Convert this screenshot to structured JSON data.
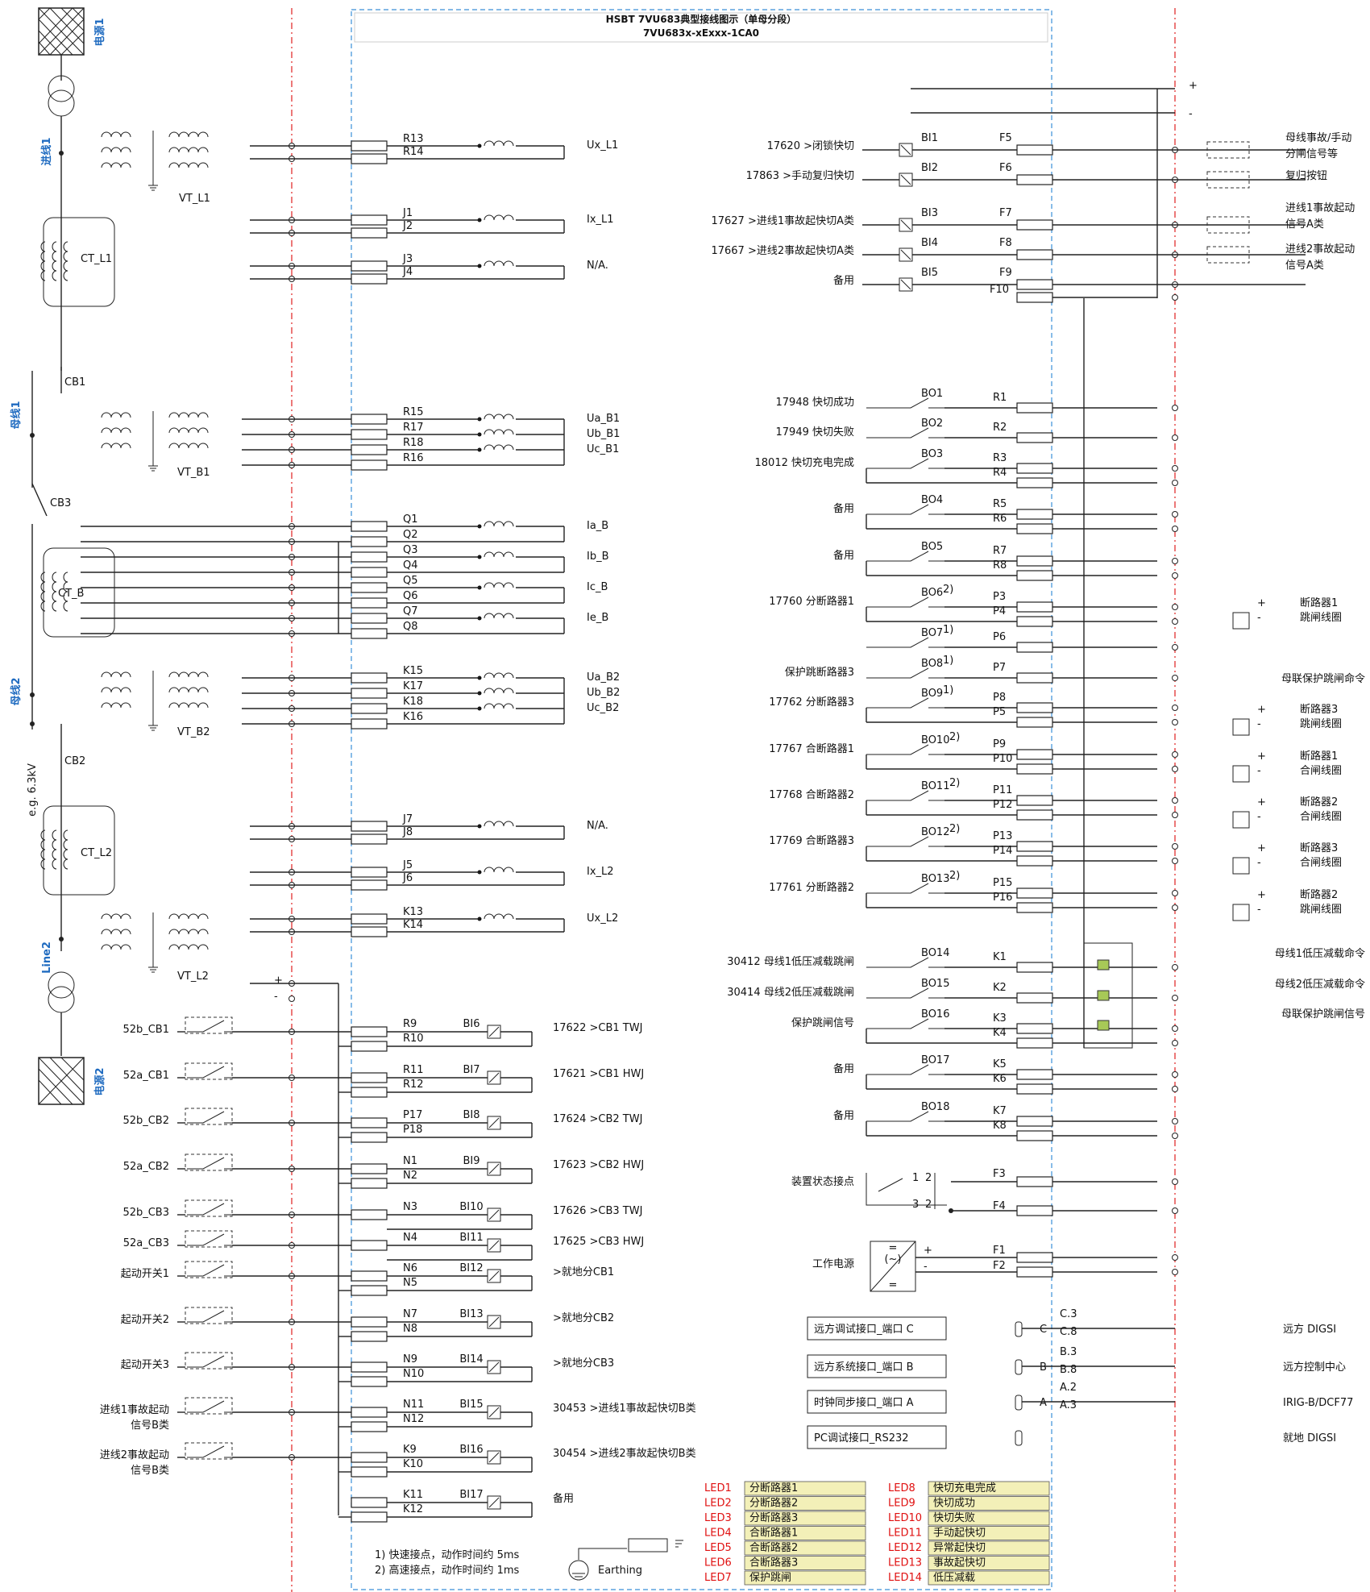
{
  "header": {
    "title": "HSBT 7VU683典型接线图示（单母分段）",
    "subtitle": "7VU683x-xExxx-1CA0"
  },
  "left": {
    "source1": "电源1",
    "source2": "电源2",
    "line1": "进线1",
    "line2": "Line2",
    "bus1": "母线1",
    "bus2": "母线2",
    "voltage": "e.g. 6.3kV",
    "vt_l1": "VT_L1",
    "ct_l1": "CT_L1",
    "cb1": "CB1",
    "vt_b1": "VT_B1",
    "cb3": "CB3",
    "ct_b": "CT_B",
    "vt_b2": "VT_B2",
    "cb2": "CB2",
    "ct_l2": "CT_L2",
    "vt_l2": "VT_L2"
  },
  "analog": [
    {
      "t1": "R13",
      "t2": "R14",
      "sig": "Ux_L1"
    },
    {
      "t1": "J1",
      "t2": "J2",
      "sig": "Ix_L1"
    },
    {
      "t1": "J3",
      "t2": "J4",
      "sig": "N/A."
    },
    {
      "t1": "R15",
      "t2": "R17",
      "t3": "R18",
      "t4": "R16",
      "s1": "Ua_B1",
      "s2": "Ub_B1",
      "s3": "Uc_B1"
    },
    {
      "q": [
        "Q1",
        "Q2",
        "Q3",
        "Q4",
        "Q5",
        "Q6",
        "Q7",
        "Q8"
      ],
      "s": [
        "Ia_B",
        "Ib_B",
        "Ic_B",
        "Ie_B"
      ]
    },
    {
      "t1": "K15",
      "t2": "K17",
      "t3": "K18",
      "t4": "K16",
      "s1": "Ua_B2",
      "s2": "Ub_B2",
      "s3": "Uc_B2"
    },
    {
      "t1": "J7",
      "t2": "J8",
      "sig": "N/A."
    },
    {
      "t1": "J5",
      "t2": "J6",
      "sig": "Ix_L2"
    },
    {
      "t1": "K13",
      "t2": "K14",
      "sig": "Ux_L2"
    }
  ],
  "bi_lower": [
    {
      "name": "52b_CB1",
      "t1": "R9",
      "t2": "R10",
      "bi": "BI6",
      "fn": "17622 >CB1 TWJ"
    },
    {
      "name": "52a_CB1",
      "t1": "R11",
      "t2": "R12",
      "bi": "BI7",
      "fn": "17621 >CB1 HWJ"
    },
    {
      "name": "52b_CB2",
      "t1": "P17",
      "t2": "P18",
      "bi": "BI8",
      "fn": "17624 >CB2 TWJ"
    },
    {
      "name": "52a_CB2",
      "t1": "N1",
      "t2": "N2",
      "bi": "BI9",
      "fn": "17623 >CB2 HWJ"
    },
    {
      "name": "52b_CB3",
      "t1": "N3",
      "t2": "",
      "bi": "BI10",
      "fn": "17626 >CB3 TWJ"
    },
    {
      "name": "52a_CB3",
      "t1": "N4",
      "t2": "",
      "bi": "BI11",
      "fn": "17625 >CB3 HWJ"
    },
    {
      "name": "起动开关1",
      "t1": "N6",
      "t2": "N5",
      "bi": "BI12",
      "fn": ">就地分CB1"
    },
    {
      "name": "起动开关2",
      "t1": "N7",
      "t2": "N8",
      "bi": "BI13",
      "fn": ">就地分CB2"
    },
    {
      "name": "起动开关3",
      "t1": "N9",
      "t2": "N10",
      "bi": "BI14",
      "fn": ">就地分CB3"
    },
    {
      "name": "进线1事故起动",
      "name2": "信号B类",
      "t1": "N11",
      "t2": "N12",
      "bi": "BI15",
      "fn": "30453 >进线1事故起快切B类"
    },
    {
      "name": "进线2事故起动",
      "name2": "信号B类",
      "t1": "K9",
      "t2": "K10",
      "bi": "BI16",
      "fn": "30454 >进线2事故起快切B类"
    },
    {
      "name": "",
      "t1": "K11",
      "t2": "K12",
      "bi": "BI17",
      "fn": "备用"
    }
  ],
  "bi_upper": [
    {
      "fn": "17620 >闭锁快切",
      "bi": "BI1",
      "t": "F5"
    },
    {
      "fn": "17863 >手动复归快切",
      "bi": "BI2",
      "t": "F6"
    },
    {
      "fn": "17627 >进线1事故起快切A类",
      "bi": "BI3",
      "t": "F7"
    },
    {
      "fn": "17667 >进线2事故起快切A类",
      "bi": "BI4",
      "t": "F8"
    },
    {
      "fn": "备用",
      "bi": "BI5",
      "t": "F9",
      "t2": "F10"
    }
  ],
  "bi_right": {
    "plus": "+",
    "minus": "-",
    "r1a": "母线事故/手动",
    "r1b": "分闸信号等",
    "r2": "复归按钮",
    "r3a": "进线1事故起动",
    "r3b": "信号A类",
    "r4a": "进线2事故起动",
    "r4b": "信号A类"
  },
  "bo": [
    {
      "fn": "17948 快切成功",
      "bo": "BO1",
      "t1": "R1",
      "t2": ""
    },
    {
      "fn": "17949 快切失败",
      "bo": "BO2",
      "t1": "R2",
      "t2": ""
    },
    {
      "fn": "18012 快切充电完成",
      "bo": "BO3",
      "t1": "R3",
      "t2": "R4"
    },
    {
      "fn": "备用",
      "bo": "BO4",
      "t1": "R5",
      "t2": "R6"
    },
    {
      "fn": "备用",
      "bo": "BO5",
      "t1": "R7",
      "t2": "R8"
    },
    {
      "fn": "17760 分断路器1",
      "bo": "BO6",
      "sup": "2)",
      "t1": "P3",
      "t2": "P4"
    },
    {
      "fn": "",
      "bo": "BO7",
      "sup": "1)",
      "t1": "P6",
      "t2": ""
    },
    {
      "fn": "保护跳断路器3",
      "bo": "BO8",
      "sup": "1)",
      "t1": "P7",
      "t2": ""
    },
    {
      "fn": "17762 分断路器3",
      "bo": "BO9",
      "sup": "1)",
      "t1": "P8",
      "t2": "P5"
    },
    {
      "fn": "17767 合断路器1",
      "bo": "BO10",
      "sup": "2)",
      "t1": "P9",
      "t2": "P10"
    },
    {
      "fn": "17768 合断路器2",
      "bo": "BO11",
      "sup": "2)",
      "t1": "P11",
      "t2": "P12"
    },
    {
      "fn": "17769 合断路器3",
      "bo": "BO12",
      "sup": "2)",
      "t1": "P13",
      "t2": "P14"
    },
    {
      "fn": "17761 分断路器2",
      "bo": "BO13",
      "sup": "2)",
      "t1": "P15",
      "t2": "P16"
    },
    {
      "fn": "30412 母线1低压减载跳闸",
      "bo": "BO14",
      "t1": "K1",
      "t2": ""
    },
    {
      "fn": "30414 母线2低压减载跳闸",
      "bo": "BO15",
      "t1": "K2",
      "t2": ""
    },
    {
      "fn": "保护跳闸信号",
      "bo": "BO16",
      "t1": "K3",
      "t2": "K4"
    },
    {
      "fn": "备用",
      "bo": "BO17",
      "t1": "K5",
      "t2": "K6"
    },
    {
      "fn": "备用",
      "bo": "BO18",
      "t1": "K7",
      "t2": "K8"
    }
  ],
  "bo_right": [
    {
      "a": "断路器1",
      "b": "跳闸线圈"
    },
    {
      "a": "母联保护跳闸命令",
      "b": ""
    },
    {
      "a": "断路器3",
      "b": "跳闸线圈"
    },
    {
      "a": "断路器1",
      "b": "合闸线圈"
    },
    {
      "a": "断路器2",
      "b": "合闸线圈"
    },
    {
      "a": "断路器3",
      "b": "合闸线圈"
    },
    {
      "a": "断路器2",
      "b": "跳闸线圈"
    },
    {
      "a": "母线1低压减载命令",
      "b": ""
    },
    {
      "a": "母线2低压减载命令",
      "b": ""
    },
    {
      "a": "母联保护跳闸信号",
      "b": ""
    }
  ],
  "status": {
    "label": "装置状态接点",
    "n1": "1",
    "n2": "2",
    "n3": "3",
    "n4": "2",
    "t1": "F3",
    "t2": "F4"
  },
  "power": {
    "label": "工作电源",
    "plus": "+",
    "minus": "-",
    "eq": "=",
    "ac": "(~)",
    "eq2": "=",
    "t1": "F1",
    "t2": "F2"
  },
  "ports": [
    {
      "label": "远方调试接口_端口 C",
      "letter": "C",
      "p1": "C.3",
      "p2": "C.8",
      "dest": "远方 DIGSI"
    },
    {
      "label": "远方系统接口_端口 B",
      "letter": "B",
      "p1": "B.3",
      "p2": "B.8",
      "dest": "远方控制中心"
    },
    {
      "label": "时钟同步接口_端口 A",
      "letter": "A",
      "p1": "A.2",
      "p2": "A.3",
      "dest": "IRIG-B/DCF77"
    },
    {
      "label": "PC调试接口_RS232",
      "letter": "",
      "p1": "",
      "p2": "",
      "dest": "就地 DIGSI"
    }
  ],
  "notes": {
    "n1": "1) 快速接点，动作时间约 5ms",
    "n2": "2) 高速接点，动作时间约 1ms",
    "earth": "Earthing"
  },
  "leds_left": [
    {
      "id": "LED1",
      "txt": "分断路器1"
    },
    {
      "id": "LED2",
      "txt": "分断路器2"
    },
    {
      "id": "LED3",
      "txt": "分断路器3"
    },
    {
      "id": "LED4",
      "txt": "合断路器1"
    },
    {
      "id": "LED5",
      "txt": "合断路器2"
    },
    {
      "id": "LED6",
      "txt": "合断路器3"
    },
    {
      "id": "LED7",
      "txt": "保护跳闸"
    }
  ],
  "leds_right": [
    {
      "id": "LED8",
      "txt": "快切充电完成"
    },
    {
      "id": "LED9",
      "txt": "快切成功"
    },
    {
      "id": "LED10",
      "txt": "快切失败"
    },
    {
      "id": "LED11",
      "txt": "手动起快切"
    },
    {
      "id": "LED12",
      "txt": "异常起快切"
    },
    {
      "id": "LED13",
      "txt": "事故起快切"
    },
    {
      "id": "LED14",
      "txt": "低压减载"
    }
  ]
}
